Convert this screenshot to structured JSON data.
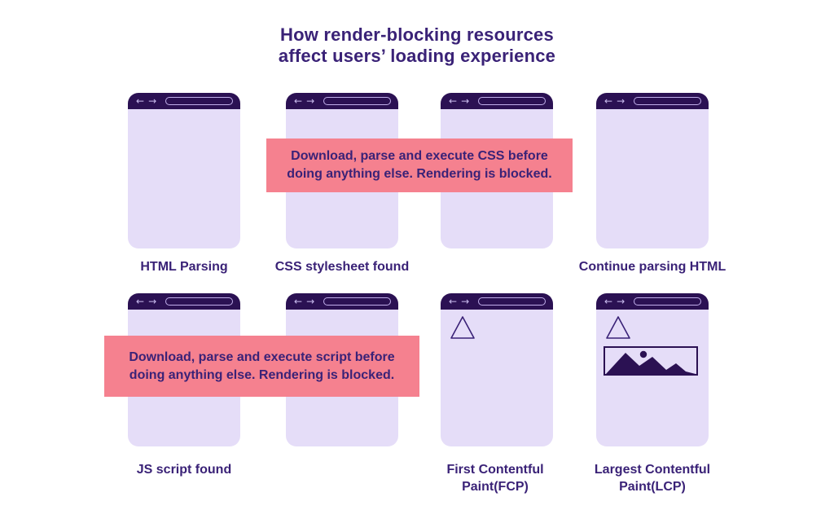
{
  "title": {
    "line1": "How render-blocking resources",
    "line2": "affect users’ loading experience"
  },
  "chrome": {
    "back_icon": "←",
    "forward_icon": "→"
  },
  "rows": [
    {
      "banner": "Download, parse and execute CSS before doing anything else. Rendering is blocked.",
      "windows": [
        {
          "label": "HTML Parsing",
          "content": "empty"
        },
        {
          "label": "CSS stylesheet found",
          "content": "empty"
        },
        {
          "label": "",
          "content": "empty"
        },
        {
          "label": "Continue parsing HTML",
          "content": "empty"
        }
      ]
    },
    {
      "banner": "Download, parse and execute script before doing anything else. Rendering is blocked.",
      "windows": [
        {
          "label": "JS script found",
          "content": "empty"
        },
        {
          "label": "",
          "content": "empty"
        },
        {
          "label": "First Contentful Paint(FCP)",
          "content": "triangle-placeholder"
        },
        {
          "label": "Largest Contentful Paint(LCP)",
          "content": "triangle-placeholder and image-placeholder"
        }
      ]
    }
  ],
  "colors": {
    "background": "#ffffff",
    "ink": "#3a2277",
    "window_chrome": "#2b1153",
    "window_body": "#e5ddf8",
    "chrome_accent": "#c9bbee",
    "banner_pink": "#f5818f"
  }
}
